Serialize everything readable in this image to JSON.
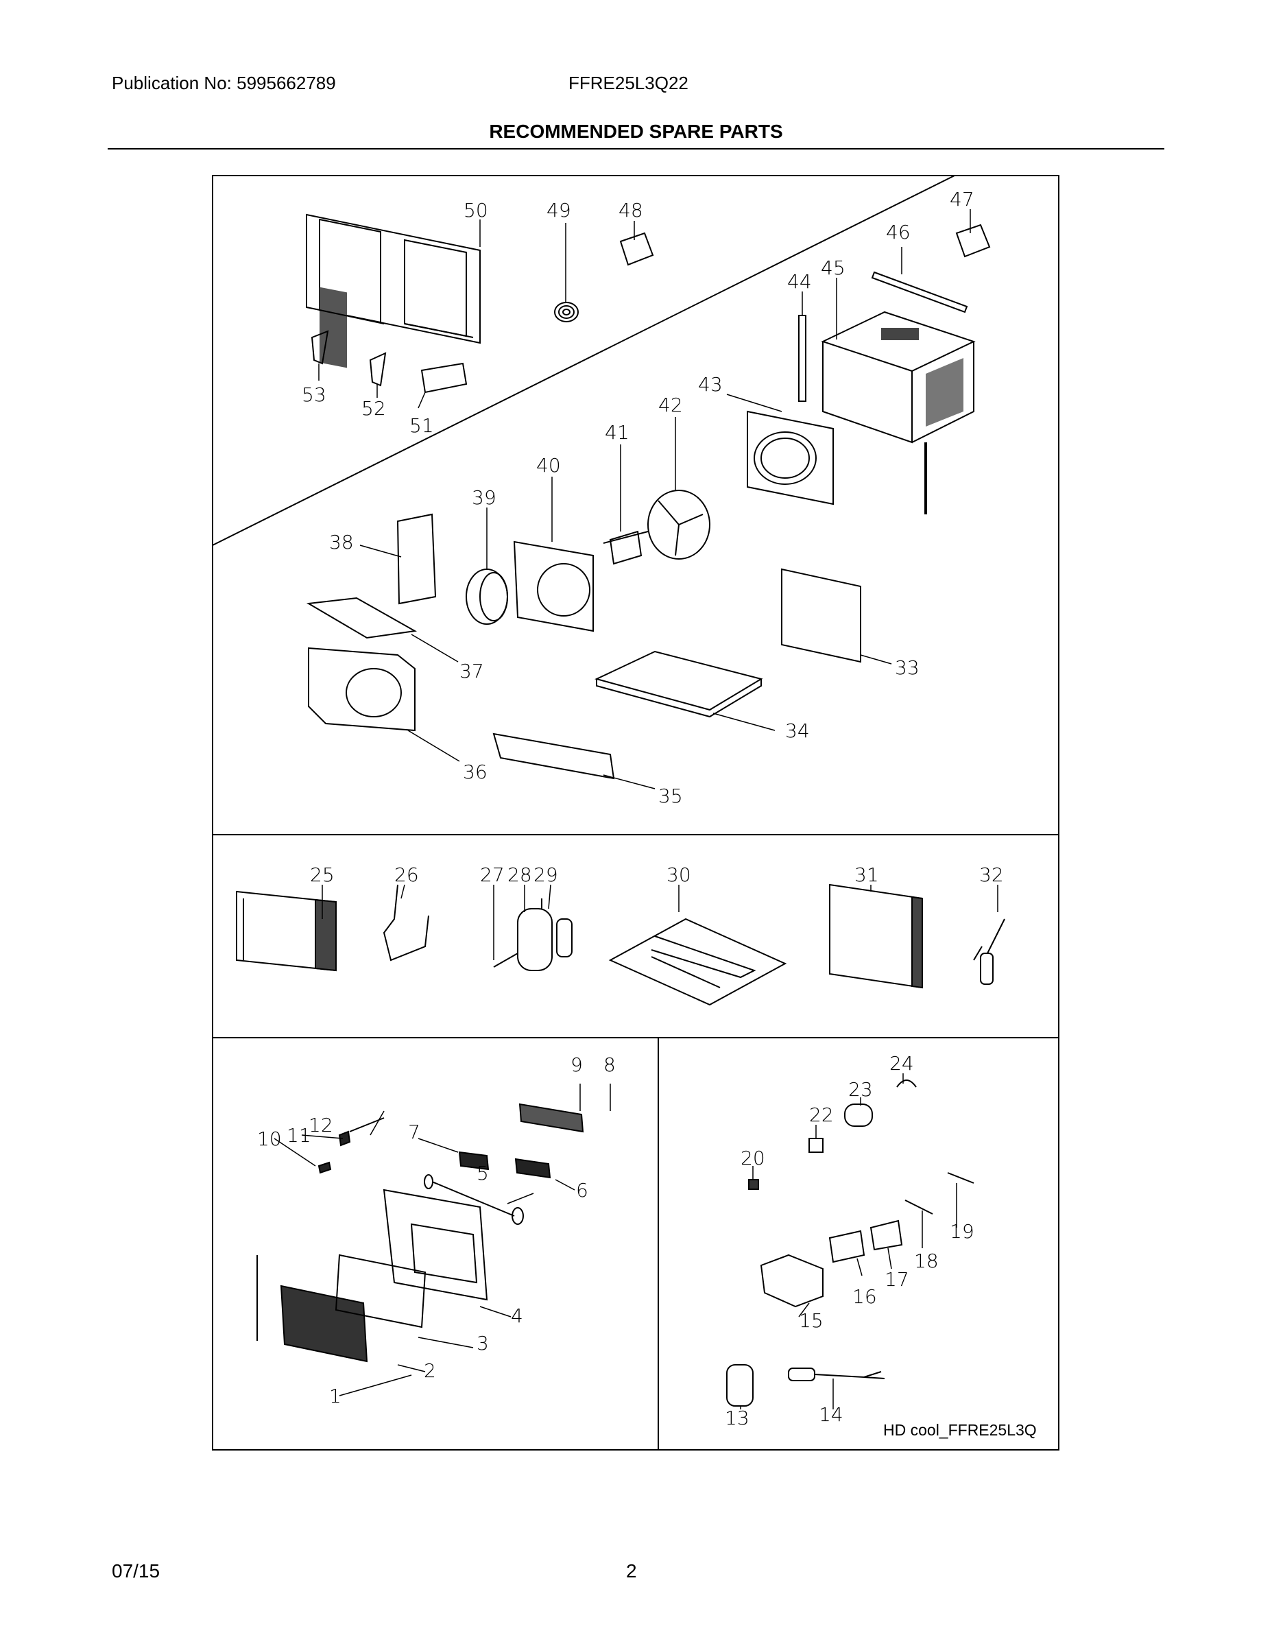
{
  "header": {
    "publication_label": "Publication No:",
    "publication_number": "5995662789",
    "model": "FFRE25L3Q22",
    "title": "RECOMMENDED SPARE PARTS"
  },
  "footer": {
    "date": "07/15",
    "page": "2"
  },
  "diagram": {
    "caption": "HD cool_FFRE25L3Q",
    "part_numbers": [
      "50",
      "49",
      "48",
      "47",
      "46",
      "45",
      "44",
      "43",
      "42",
      "41",
      "40",
      "39",
      "38",
      "37",
      "36",
      "35",
      "34",
      "33",
      "53",
      "52",
      "51",
      "25",
      "26",
      "27",
      "28",
      "29",
      "30",
      "31",
      "32",
      "12",
      "11",
      "10",
      "9",
      "8",
      "7",
      "6",
      "5",
      "4",
      "3",
      "2",
      "1",
      "24",
      "23",
      "22",
      "20",
      "19",
      "18",
      "17",
      "16",
      "15",
      "14",
      "13"
    ]
  }
}
